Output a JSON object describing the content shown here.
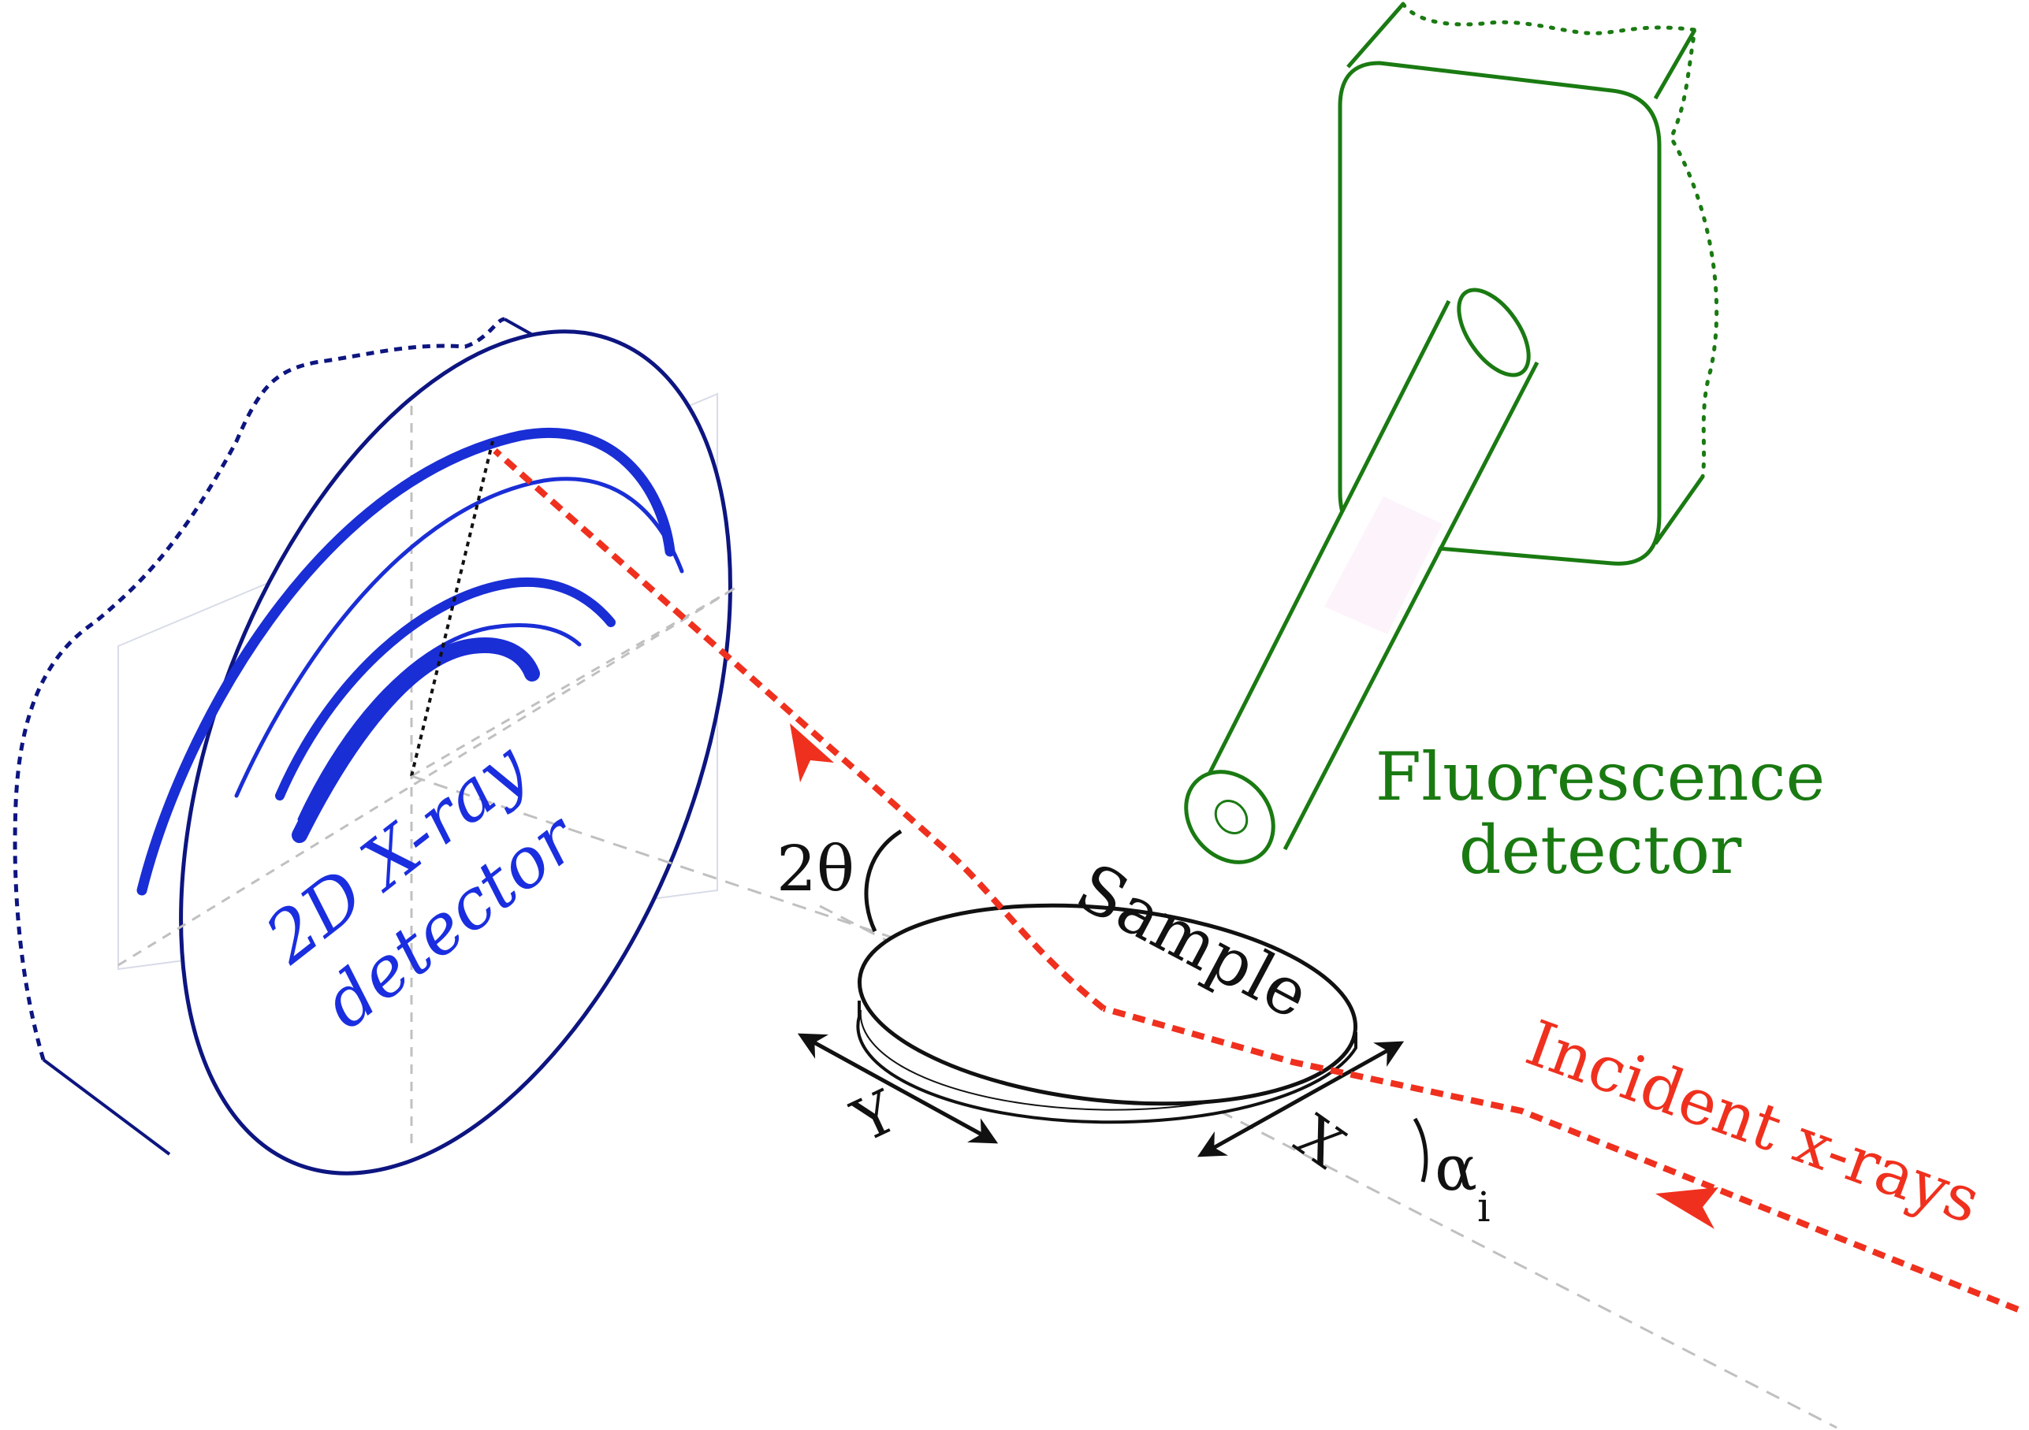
{
  "labels": {
    "detector_2d_line1": "2D X-ray",
    "detector_2d_line2": "detector",
    "fluorescence_line1": "Fluorescence",
    "fluorescence_line2": "detector",
    "sample": "Sample",
    "incident": "Incident x-rays",
    "two_theta": "2θ",
    "alpha": "α",
    "alpha_sub": "i",
    "axis_x": "X",
    "axis_y": "Y"
  },
  "colors": {
    "detector_2d": "#0d1580",
    "rings": "#1a2ed6",
    "fluorescence": "#1a7a12",
    "beam": "#f0301e",
    "guide": "#c0c0c0",
    "ink": "#111111",
    "incident_label": "#f0301e",
    "detector_label": "#1a2ee0"
  },
  "icons": {
    "beam_arrowhead": "arrowhead-icon",
    "axis_arrows": "double-arrow-icon"
  }
}
